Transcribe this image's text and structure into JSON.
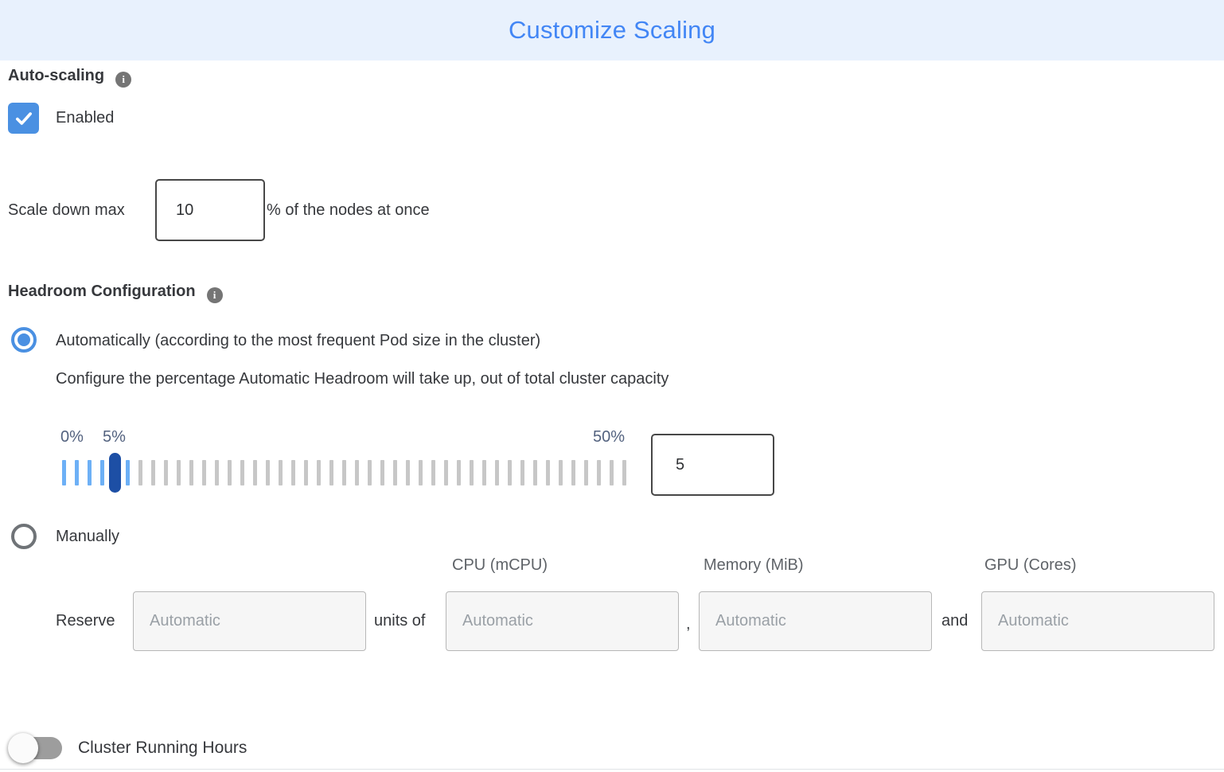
{
  "colors": {
    "header_bg": "#e8f1fd",
    "title_blue": "#4286f5",
    "accent_blue": "#4a90e2",
    "handle_navy": "#1d4fa5",
    "tick_blue": "#6db0f6",
    "tick_gray": "#c7c7c7",
    "slider_label": "#53627f",
    "placeholder_gray": "#9aa0a6"
  },
  "header": {
    "title": "Customize Scaling"
  },
  "autoscaling": {
    "label": "Auto-scaling",
    "enabled_label": "Enabled",
    "checked": true
  },
  "scale_down": {
    "prefix": "Scale down max",
    "value": "10",
    "suffix": "% of the nodes at once"
  },
  "headroom": {
    "label": "Headroom Configuration",
    "auto_option": "Automatically (according to the most frequent Pod size in the cluster)",
    "auto_description": "Configure the percentage Automatic Headroom will take up, out of total cluster capacity",
    "slider": {
      "min_label": "0%",
      "current_label": "5%",
      "max_label": "50%",
      "value": "5",
      "total_ticks": 45,
      "blue_tick_count": 6
    },
    "manual_option": "Manually"
  },
  "reserve": {
    "label": "Reserve",
    "units_of": "units of",
    "comma": ",",
    "and": "and",
    "columns": {
      "cpu": "CPU (mCPU)",
      "memory": "Memory (MiB)",
      "gpu": "GPU (Cores)"
    },
    "placeholders": {
      "amount": "Automatic",
      "cpu": "Automatic",
      "memory": "Automatic",
      "gpu": "Automatic"
    }
  },
  "cluster_running_hours": {
    "label": "Cluster Running Hours",
    "enabled": false
  }
}
